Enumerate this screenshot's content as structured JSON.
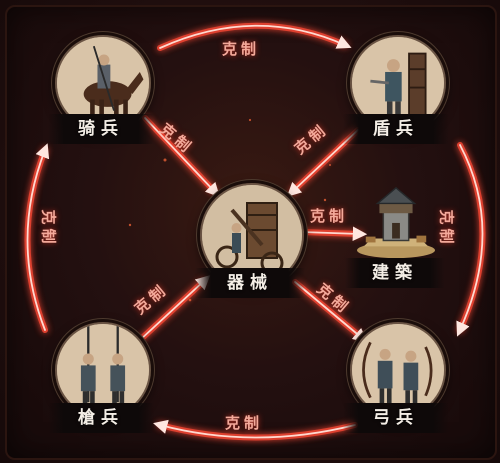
{
  "units": {
    "cavalry": {
      "label": "骑兵"
    },
    "shield": {
      "label": "盾兵"
    },
    "siege": {
      "label": "器械"
    },
    "building": {
      "label": "建築"
    },
    "spear": {
      "label": "槍兵"
    },
    "archer": {
      "label": "弓兵"
    }
  },
  "relations": {
    "cavalry_to_shield": "克制",
    "cavalry_to_siege": "克制",
    "shield_to_siege": "克制",
    "siege_to_building": "克制",
    "shield_to_archer": "克制",
    "siege_to_archer": "克制",
    "archer_to_spear": "克制",
    "spear_to_siege": "克制",
    "spear_to_cavalry": "克制"
  },
  "colors": {
    "arrow_glow": "#ff3b2a",
    "arrow_core": "#ffd9d0",
    "label_text": "#f4eee6",
    "restrain_text": "#f3a99a"
  }
}
